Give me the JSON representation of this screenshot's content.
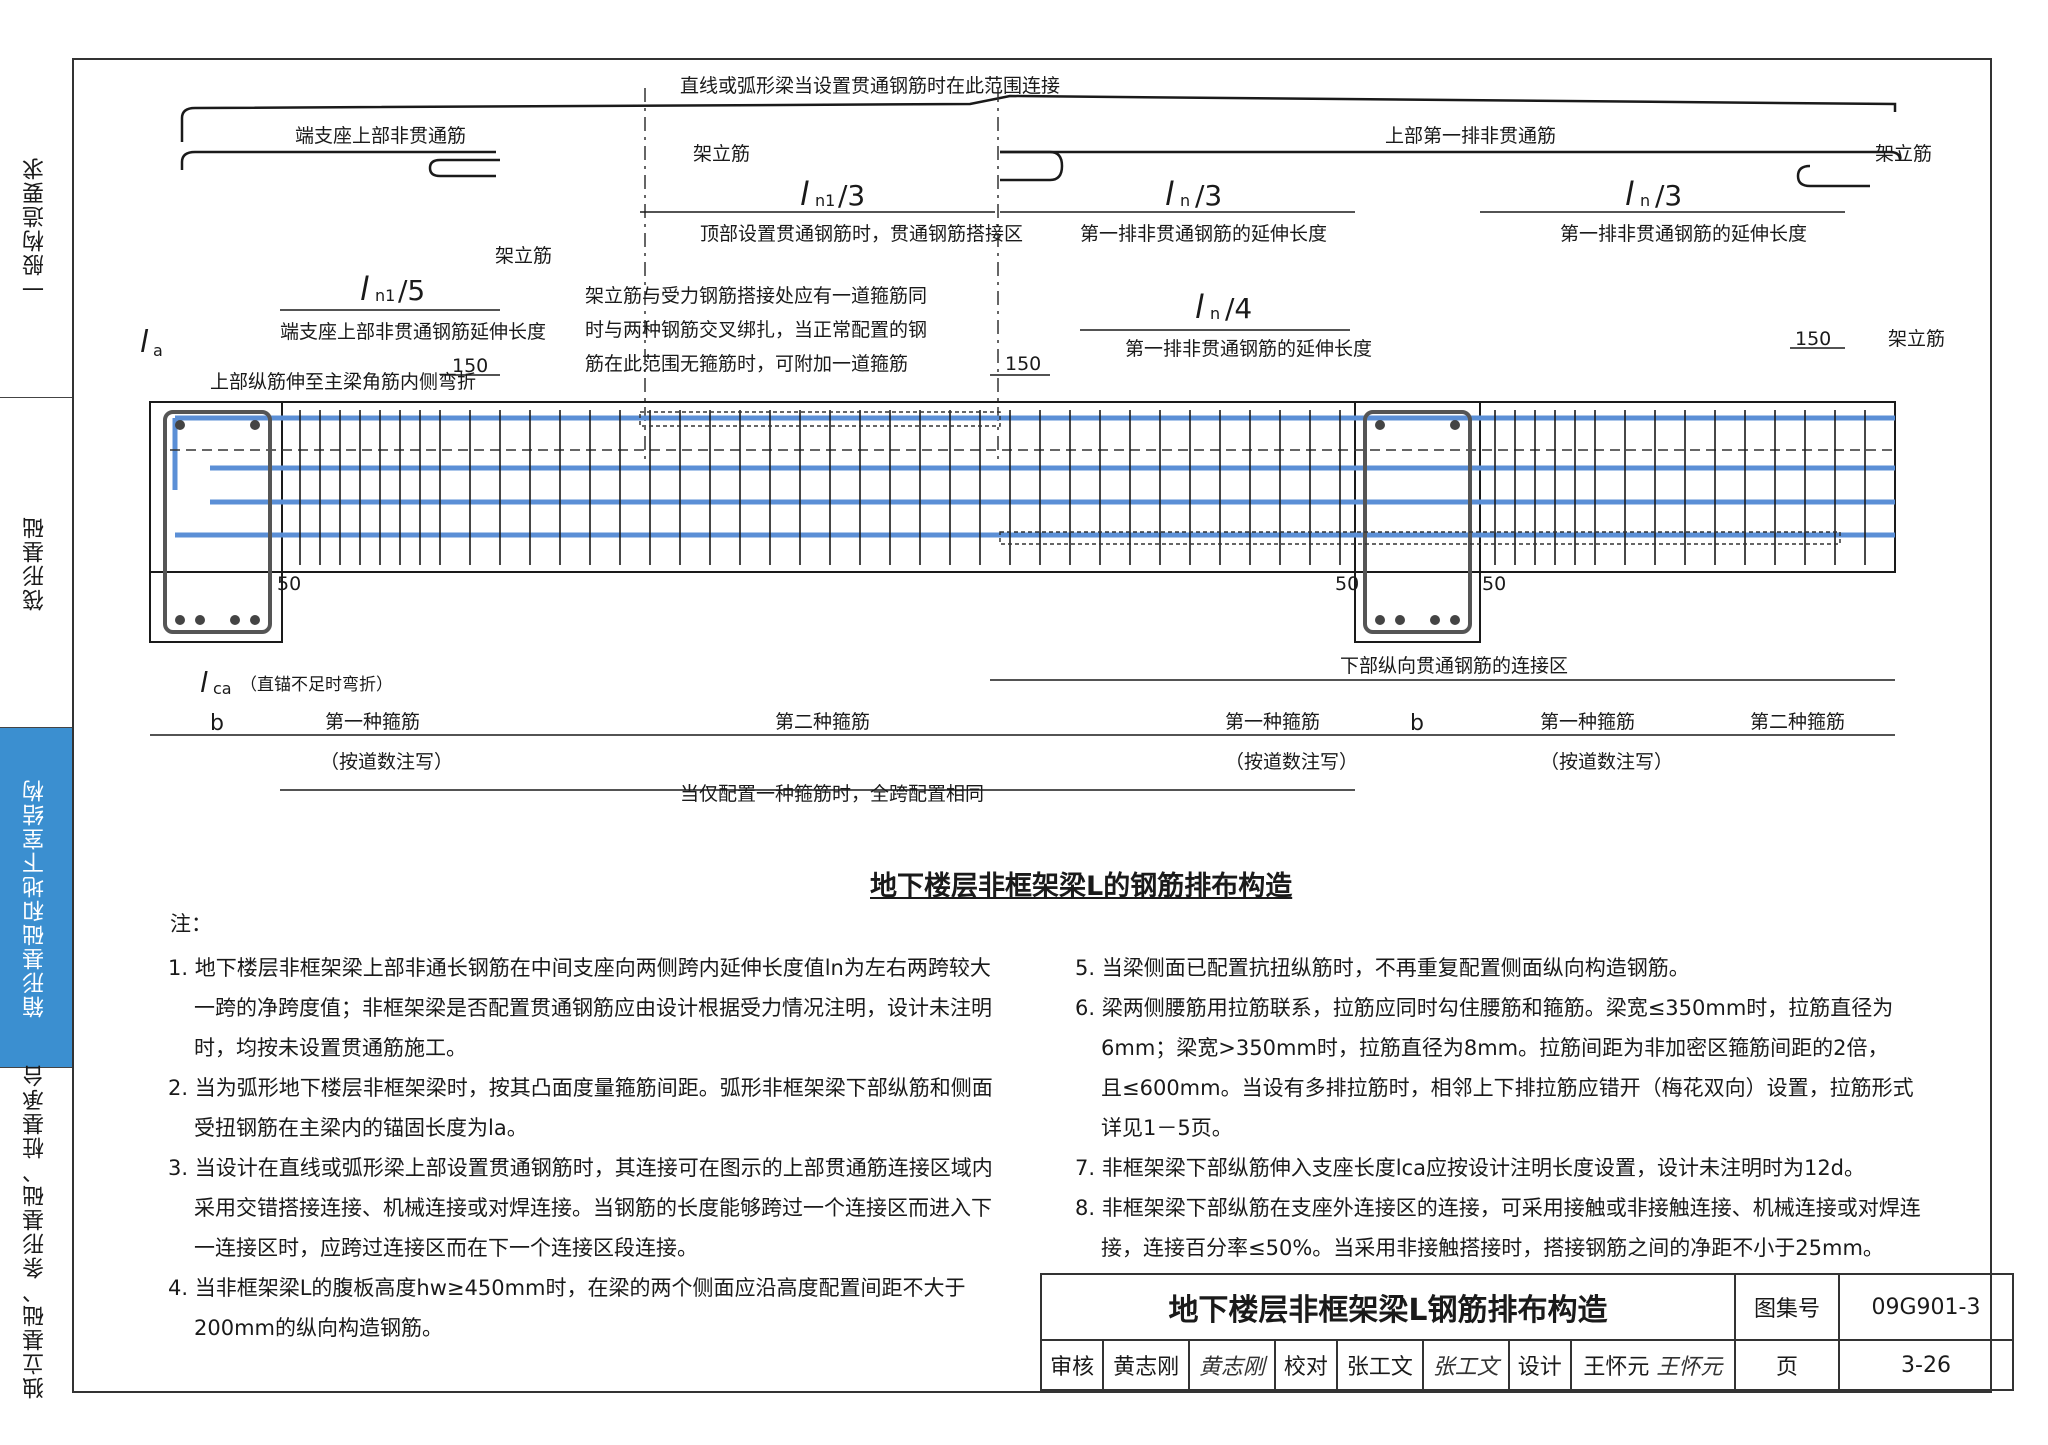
{
  "sidebar": {
    "tabs": [
      {
        "label": "一般构造要求",
        "active": false
      },
      {
        "label": "筏形基础",
        "active": false
      },
      {
        "label": "箱形基础和地下室结构",
        "active": true
      },
      {
        "label": "独立基础、条形基础、桩基承台",
        "active": false
      }
    ]
  },
  "drawing": {
    "labels": {
      "continuous_zone": "直线或弧形梁当设置贯通钢筋时在此范围连接",
      "end_top_noncont": "端支座上部非贯通筋",
      "erection_bar_1": "架立筋",
      "top_first_row": "上部第一排非贯通筋",
      "erection_bar_right": "架立筋",
      "ln1_3": "l",
      "ln1_3_sub": "n1",
      "ln1_3_tail": "/3",
      "lap_zone": "顶部设置贯通钢筋时，贯通钢筋搭接区",
      "ln_3a": "l",
      "ln_3a_sub": "n",
      "ln_3a_tail": "/3",
      "first_row_ext_1": "第一排非贯通钢筋的延伸长度",
      "ln_3b": "l",
      "ln_3b_sub": "n",
      "ln_3b_tail": "/3",
      "first_row_ext_2": "第一排非贯通钢筋的延伸长度",
      "erection_bar_2": "架立筋",
      "ln1_5": "l",
      "ln1_5_sub": "n1",
      "ln1_5_tail": "/5",
      "end_ext_length": "端支座上部非贯通钢筋延伸长度",
      "la": "l",
      "la_sub": "a",
      "top_bar_bend": "上部纵筋伸至主梁角筋内侧弯折",
      "dim_150_a": "150",
      "note_lap_1": "架立筋与受力钢筋搭接处应有一道箍筋同",
      "note_lap_2": "时与两种钢筋交叉绑扎，当正常配置的钢",
      "note_lap_3": "筋在此范围无箍筋时，可附加一道箍筋",
      "ln_4": "l",
      "ln_4_sub": "n",
      "ln_4_tail": "/4",
      "first_row_ext_3": "第一排非贯通钢筋的延伸长度",
      "dim_150_b": "150",
      "dim_150_c": "150",
      "erection_bar_3": "架立筋",
      "dim_50_a": "50",
      "dim_50_b": "50",
      "dim_50_c": "50",
      "lca": "l",
      "lca_sub": "ca",
      "lca_note": "（直锚不足时弯折）",
      "bottom_lap_zone": "下部纵向贯通钢筋的连接区",
      "b_1": "b",
      "stirrup_1a": "第一种箍筋",
      "stirrup_note_a": "（按道数注写）",
      "stirrup_2a": "第二种箍筋",
      "stirrup_1b": "第一种箍筋",
      "stirrup_note_b": "（按道数注写）",
      "b_2": "b",
      "stirrup_1c": "第一种箍筋",
      "stirrup_note_c": "（按道数注写）",
      "stirrup_2b": "第二种箍筋",
      "single_stirrup": "当仅配置一种箍筋时，全跨配置相同"
    }
  },
  "caption": "地下楼层非框架梁L的钢筋排布构造",
  "notes": {
    "heading": "注：",
    "left": [
      "1. 地下楼层非框架梁上部非通长钢筋在中间支座向两侧跨内延伸长度值ln为左右两跨较大",
      "一跨的净跨度值；非框架梁是否配置贯通钢筋应由设计根据受力情况注明，设计未注明",
      "时，均按未设置贯通筋施工。",
      "2. 当为弧形地下楼层非框架梁时，按其凸面度量箍筋间距。弧形非框架梁下部纵筋和侧面",
      "受扭钢筋在主梁内的锚固长度为la。",
      "3. 当设计在直线或弧形梁上部设置贯通钢筋时，其连接可在图示的上部贯通筋连接区域内",
      "采用交错搭接连接、机械连接或对焊连接。当钢筋的长度能够跨过一个连接区而进入下",
      "一连接区时，应跨过连接区而在下一个连接区段连接。",
      "4. 当非框架梁L的腹板高度hw≥450mm时，在梁的两个侧面应沿高度配置间距不大于",
      "200mm的纵向构造钢筋。"
    ],
    "right": [
      "5. 当梁侧面已配置抗扭纵筋时，不再重复配置侧面纵向构造钢筋。",
      "6. 梁两侧腰筋用拉筋联系，拉筋应同时勾住腰筋和箍筋。梁宽≤350mm时，拉筋直径为",
      "6mm；梁宽>350mm时，拉筋直径为8mm。拉筋间距为非加密区箍筋间距的2倍，",
      "且≤600mm。当设有多排拉筋时，相邻上下排拉筋应错开（梅花双向）设置，拉筋形式",
      "详见1－5页。",
      "7. 非框架梁下部纵筋伸入支座长度lca应按设计注明长度设置，设计未注明时为12d。",
      "8. 非框架梁下部纵筋在支座外连接区的连接，可采用接触或非接触连接、机械连接或对焊连",
      "接，连接百分率≤50%。当采用非接触搭接时，搭接钢筋之间的净距不小于25mm。"
    ]
  },
  "title_block": {
    "title": "地下楼层非框架梁L钢筋排布构造",
    "atlas_label": "图集号",
    "atlas_no": "09G901-3",
    "review_label": "审核",
    "reviewer": "黄志刚",
    "reviewer_sig": "黄志刚",
    "check_label": "校对",
    "checker": "张工文",
    "checker_sig": "张工文",
    "design_label": "设计",
    "designer": "王怀元",
    "designer_sig": "王怀元",
    "page_label": "页",
    "page_no": "3-26"
  },
  "colors": {
    "rebar_blue": "#5b8fd6",
    "line": "#1a1a1a",
    "active_tab": "#3b8fd0"
  }
}
